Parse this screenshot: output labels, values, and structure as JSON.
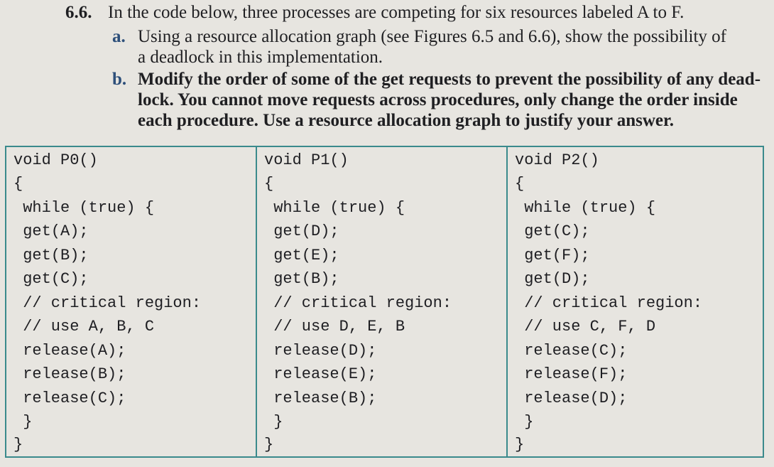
{
  "problem": {
    "number": "6.6.",
    "intro": "In the code below, three processes are competing for six resources labeled A to F.",
    "parts": [
      {
        "label": "a.",
        "lines": [
          "Using a resource allocation graph (see Figures 6.5 and 6.6), show the possibility of",
          "a deadlock in this implementation."
        ]
      },
      {
        "label": "b.",
        "lines": [
          "Modify the order of some of the get requests to prevent the possibility of any dead-",
          "lock. You cannot move requests across procedures, only change the order inside",
          "each procedure. Use a resource allocation graph to justify your answer."
        ]
      }
    ]
  },
  "code": [
    {
      "name": "P0",
      "lines": [
        "void P0()",
        "{",
        " while (true) {",
        " get(A);",
        " get(B);",
        " get(C);",
        " // critical region:",
        " // use A, B, C",
        " release(A);",
        " release(B);",
        " release(C);",
        " }",
        "}"
      ]
    },
    {
      "name": "P1",
      "lines": [
        "void P1()",
        "{",
        " while (true) {",
        " get(D);",
        " get(E);",
        " get(B);",
        " // critical region:",
        " // use D, E, B",
        " release(D);",
        " release(E);",
        " release(B);",
        " }",
        "}"
      ]
    },
    {
      "name": "P2",
      "lines": [
        "void P2()",
        "{",
        " while (true) {",
        " get(C);",
        " get(F);",
        " get(D);",
        " // critical region:",
        " // use C, F, D",
        " release(C);",
        " release(F);",
        " release(D);",
        " }",
        "}"
      ]
    }
  ],
  "colors": {
    "text": "#1f1f22",
    "sub_label": "#2d4f7a",
    "border": "#3a8a8c",
    "paper": "#e7e5e0"
  }
}
